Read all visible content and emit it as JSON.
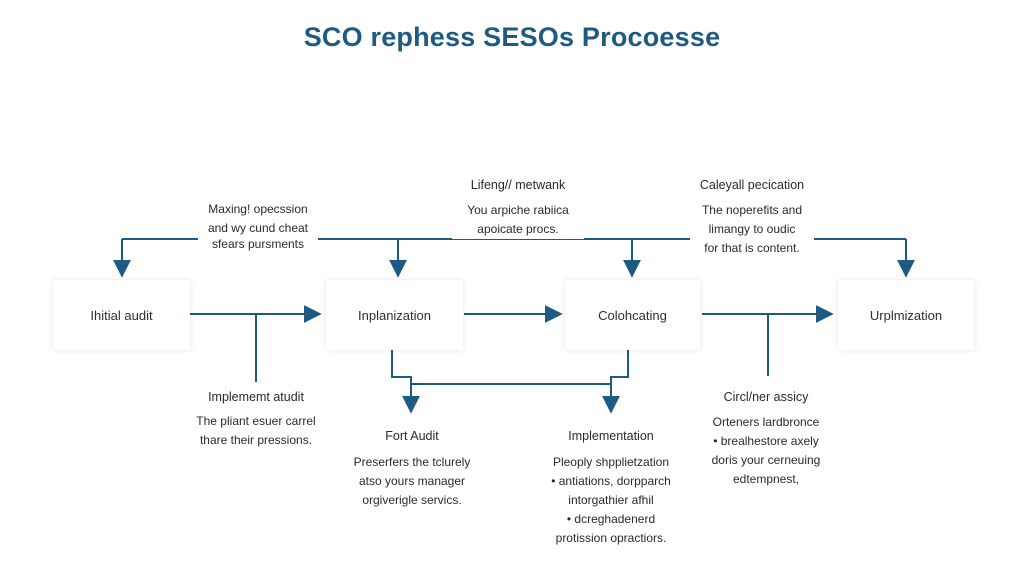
{
  "title": "SCO rephess SESOs Procoesse",
  "colors": {
    "accent": "#1d5b82",
    "line": "#1d5b82"
  },
  "nodes": [
    {
      "id": "n1",
      "label": "Ihitial audit"
    },
    {
      "id": "n2",
      "label": "Inplanization"
    },
    {
      "id": "n3",
      "label": "Colohcating"
    },
    {
      "id": "n4",
      "label": "Urplmization"
    }
  ],
  "top_notes": [
    {
      "heading": "",
      "lines": [
        "Maxing! opecssion",
        "and wy cund cheat",
        "sfears pursments"
      ]
    },
    {
      "heading": "Lifeng// metwank",
      "lines": [
        "You arpiche rabiica",
        "apoicate procs."
      ]
    },
    {
      "heading": "Caleyall pecication",
      "lines": [
        "The noperefits and",
        "limangy to oudic",
        "for that is content."
      ]
    }
  ],
  "bottom_notes": [
    {
      "heading": "Implememt atudit",
      "lines": [
        "The pliant esuer carrel",
        "thare their pressions."
      ]
    },
    {
      "heading": "Fort Audit",
      "lines": [
        "Preserfers the tclurely",
        "atso yours manager",
        "orgiverigle servics."
      ]
    },
    {
      "heading": "Implementation",
      "lines": [
        "Pleoply shpplietzation",
        "• antiations, dorpparch",
        "intorgathier afhil",
        "• dcreghadenerd",
        "protission opractiors."
      ]
    },
    {
      "heading": "Circl/ner assicy",
      "lines": [
        "Orteners lardbronce",
        "• brealhestore axely",
        "doris your cerneuing",
        "edtempnest,"
      ]
    }
  ]
}
